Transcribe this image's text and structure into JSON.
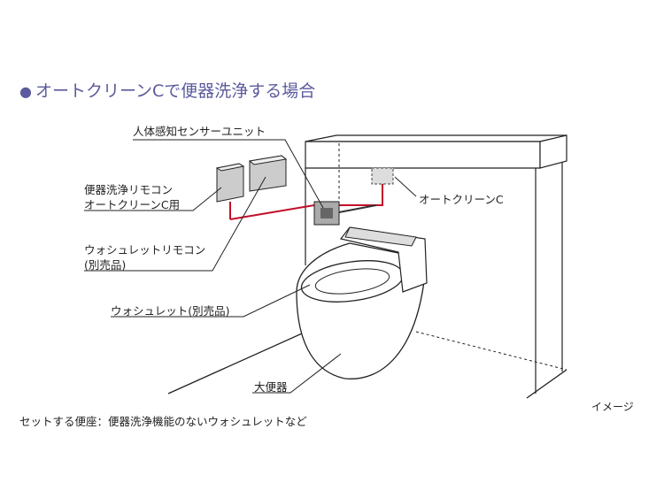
{
  "title": "オートクリーンCで便器洗浄する場合",
  "labels": {
    "sensor": "人体感知センサーユニット",
    "remote_line1": "便器洗浄リモコン",
    "remote_line2": "オートクリーンC用",
    "washlet_remote_line1": "ウォシュレットリモコン",
    "washlet_remote_line2": "(別売品)",
    "washlet": "ウォシュレット(別売品)",
    "toilet": "大便器",
    "autoclean": "オートクリーンC",
    "image_note": "イメージ"
  },
  "footnote": "セットする便座：便器洗浄機能のないウォシュレットなど",
  "colors": {
    "title": "#5b5a9c",
    "wire": "#c0102a"
  }
}
